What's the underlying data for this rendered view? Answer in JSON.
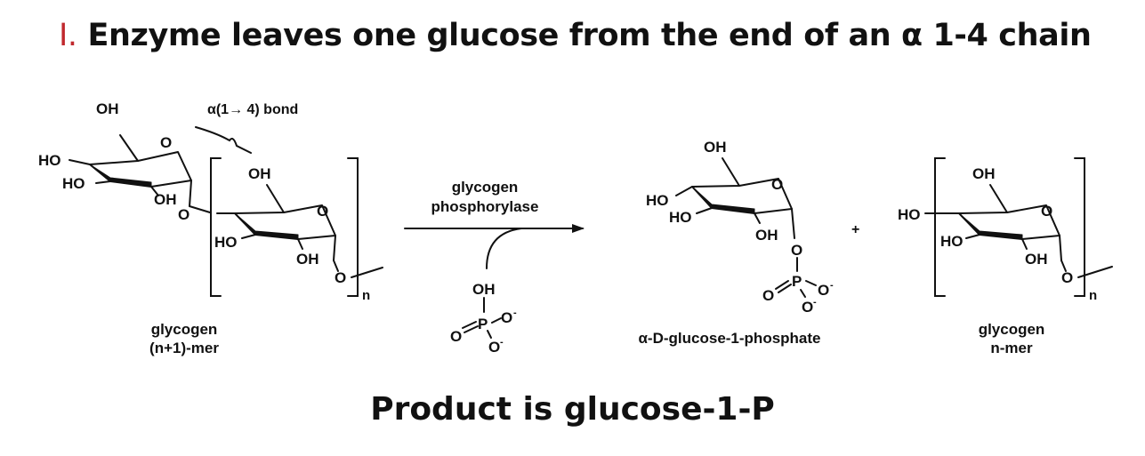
{
  "title": {
    "number": "I.",
    "text": "Enzyme leaves one glucose from the end of an α 1-4 chain"
  },
  "bond_annotation": "α(1→ 4) bond",
  "enzyme_label": [
    "glycogen",
    "phosphorylase"
  ],
  "atoms": {
    "oh": "OH",
    "ho": "HO",
    "o": "O",
    "p": "P",
    "o_minus": "O",
    "minus": "-",
    "n": "n",
    "plus": "+"
  },
  "captions": {
    "reactant": [
      "glycogen",
      "(n+1)-mer"
    ],
    "product": "α-D-glucose-1-phosphate",
    "remaining": [
      "glycogen",
      "n-mer"
    ]
  },
  "footer": "Product is glucose-1-P"
}
